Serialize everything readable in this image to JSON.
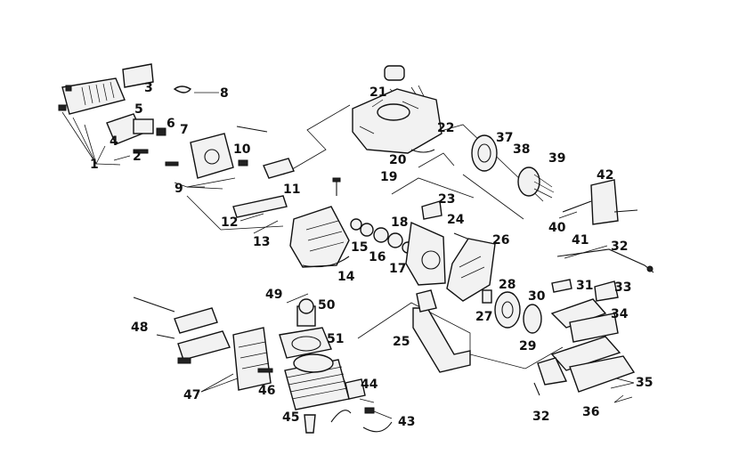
{
  "callouts": [
    {
      "id": "c1",
      "text": "1"
    },
    {
      "id": "c2",
      "text": "2"
    },
    {
      "id": "c3",
      "text": "3"
    },
    {
      "id": "c4",
      "text": "4"
    },
    {
      "id": "c5",
      "text": "5"
    },
    {
      "id": "c6",
      "text": "6"
    },
    {
      "id": "c7",
      "text": "7"
    },
    {
      "id": "c8",
      "text": "8"
    },
    {
      "id": "c9",
      "text": "9"
    },
    {
      "id": "c10",
      "text": "10"
    },
    {
      "id": "c11",
      "text": "11"
    },
    {
      "id": "c12",
      "text": "12"
    },
    {
      "id": "c13",
      "text": "13"
    },
    {
      "id": "c14",
      "text": "14"
    },
    {
      "id": "c15",
      "text": "15"
    },
    {
      "id": "c16",
      "text": "16"
    },
    {
      "id": "c17",
      "text": "17"
    },
    {
      "id": "c18",
      "text": "18"
    },
    {
      "id": "c19",
      "text": "19"
    },
    {
      "id": "c20",
      "text": "20"
    },
    {
      "id": "c21",
      "text": "21"
    },
    {
      "id": "c22",
      "text": "22"
    },
    {
      "id": "c23",
      "text": "23"
    },
    {
      "id": "c24",
      "text": "24"
    },
    {
      "id": "c25",
      "text": "25"
    },
    {
      "id": "c26",
      "text": "26"
    },
    {
      "id": "c27",
      "text": "27"
    },
    {
      "id": "c28",
      "text": "28"
    },
    {
      "id": "c29",
      "text": "29"
    },
    {
      "id": "c30",
      "text": "30"
    },
    {
      "id": "c31",
      "text": "31"
    },
    {
      "id": "c32a",
      "text": "32"
    },
    {
      "id": "c32b",
      "text": "32"
    },
    {
      "id": "c33",
      "text": "33"
    },
    {
      "id": "c34",
      "text": "34"
    },
    {
      "id": "c35",
      "text": "35"
    },
    {
      "id": "c36",
      "text": "36"
    },
    {
      "id": "c37",
      "text": "37"
    },
    {
      "id": "c38",
      "text": "38"
    },
    {
      "id": "c39",
      "text": "39"
    },
    {
      "id": "c40",
      "text": "40"
    },
    {
      "id": "c41",
      "text": "41"
    },
    {
      "id": "c42",
      "text": "42"
    },
    {
      "id": "c43",
      "text": "43"
    },
    {
      "id": "c44",
      "text": "44"
    },
    {
      "id": "c45",
      "text": "45"
    },
    {
      "id": "c46",
      "text": "46"
    },
    {
      "id": "c47",
      "text": "47"
    },
    {
      "id": "c48",
      "text": "48"
    },
    {
      "id": "c49",
      "text": "49"
    },
    {
      "id": "c50",
      "text": "50"
    },
    {
      "id": "c51",
      "text": "51"
    }
  ]
}
